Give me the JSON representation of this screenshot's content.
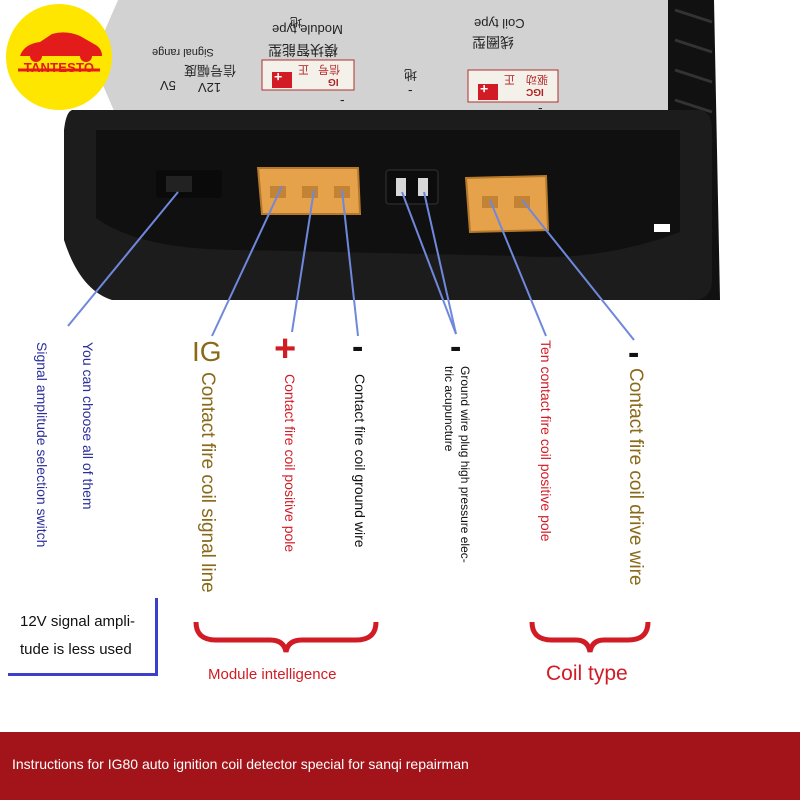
{
  "brand": {
    "logo_text": "TANTESTO"
  },
  "device": {
    "coil_type_cn": "线圈型",
    "coil_type_en": "Coil type",
    "module_type_cn": "模块智能型",
    "module_type_en": "Module type",
    "signal_range_cn": "信号幅度",
    "signal_range_en": "Signal range",
    "signal_12v": "12V",
    "signal_5v": "5V",
    "ground_cn": "地",
    "drive_cn": "驱动",
    "positive_cn": "正",
    "signal_cn": "信号",
    "igc_tag": "IGC",
    "ig_tag": "IG",
    "plus_sign": "+",
    "minus_sign": "-"
  },
  "callouts": {
    "ig_marker": "IG",
    "plus_marker": "+",
    "minus_marker": "-",
    "signal_switch_line1": "You can choose all of them",
    "signal_switch_line2": "Signal amplitude selection switch",
    "ig_signal": "Contact fire coil signal line",
    "ig_positive": "Contact fire coil positive pole",
    "ig_ground": "Contact fire coil ground wire",
    "ground_plug_line1": "Ground wire plug high pressure elec-",
    "ground_plug_line2": "tric acupuncture",
    "coil_positive": "Ten contact fire coil positive pole",
    "coil_drive": "Contact fire coil drive wire"
  },
  "note": {
    "line1": "12V signal ampli-",
    "line2": "tude is less used"
  },
  "groups": {
    "module": "Module intelligence",
    "coil": "Coil type"
  },
  "footer": {
    "text": "Instructions for IG80 auto ignition coil detector special for sanqi repairman"
  },
  "colors": {
    "device_body": "#1a1a1a",
    "connector": "#e6a24a",
    "pointer": "#6f88dc",
    "label_gold": "#8a6a1a",
    "label_red": "#d11b25",
    "footer_bg": "#a3141a",
    "logo_bg": "#ffe600"
  }
}
